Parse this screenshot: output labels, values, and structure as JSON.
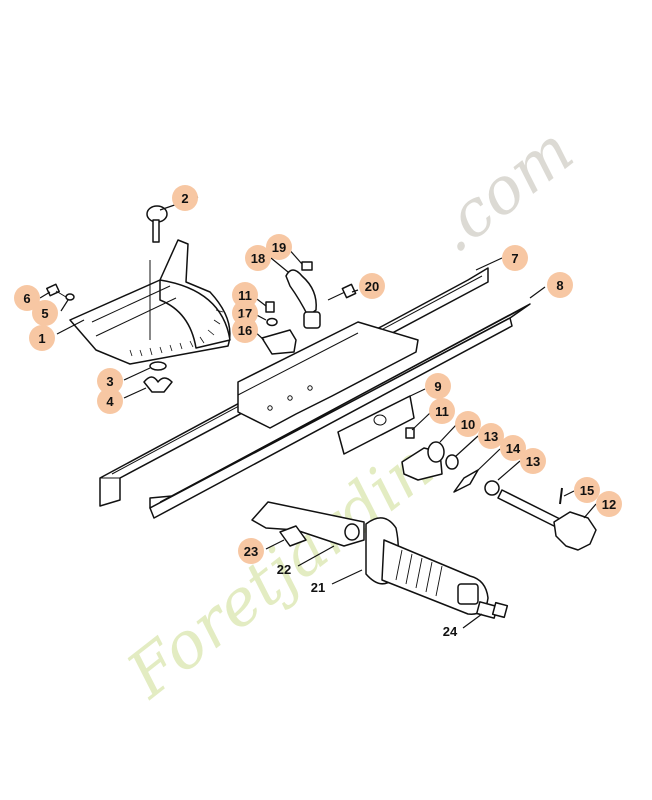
{
  "watermark": {
    "text": "Foretjardin.com",
    "colors": {
      "green": "#e3ecc2",
      "gray": "#dcdad4"
    }
  },
  "bubble_color": "#f7c7a3",
  "labels": {
    "l1": "1",
    "l2": "2",
    "l3": "3",
    "l4": "4",
    "l5": "5",
    "l6": "6",
    "l7": "7",
    "l8": "8",
    "l9": "9",
    "l10": "10",
    "l11a": "11",
    "l11b": "11",
    "l12": "12",
    "l13a": "13",
    "l13b": "13",
    "l14": "14",
    "l15": "15",
    "l16": "16",
    "l17": "17",
    "l18": "18",
    "l19": "19",
    "l20": "20",
    "l21": "21",
    "l22": "22",
    "l23": "23",
    "l24": "24"
  }
}
